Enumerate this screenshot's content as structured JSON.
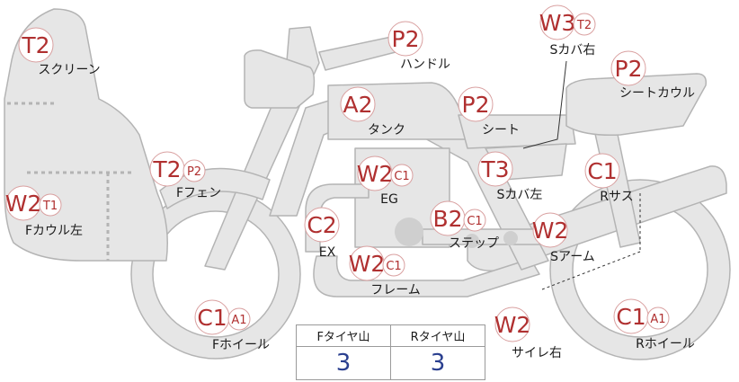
{
  "parts": [
    {
      "id": "screen",
      "name": "スクリーン",
      "grade": "T2",
      "sub": ""
    },
    {
      "id": "handle",
      "name": "ハンドル",
      "grade": "P2",
      "sub": ""
    },
    {
      "id": "side-cover-r",
      "name": "Sカバ右",
      "grade": "W3",
      "sub": "T2"
    },
    {
      "id": "seat-cowl",
      "name": "シートカウル",
      "grade": "P2",
      "sub": ""
    },
    {
      "id": "tank",
      "name": "タンク",
      "grade": "A2",
      "sub": ""
    },
    {
      "id": "seat",
      "name": "シート",
      "grade": "P2",
      "sub": ""
    },
    {
      "id": "front-fender",
      "name": "Fフェン",
      "grade": "T2",
      "sub": "P2"
    },
    {
      "id": "engine",
      "name": "EG",
      "grade": "W2",
      "sub": "C1"
    },
    {
      "id": "side-cover-l",
      "name": "Sカバ左",
      "grade": "T3",
      "sub": ""
    },
    {
      "id": "rear-sus",
      "name": "Rサス",
      "grade": "C1",
      "sub": ""
    },
    {
      "id": "front-cowl-l",
      "name": "Fカウル左",
      "grade": "W2",
      "sub": "T1"
    },
    {
      "id": "exhaust",
      "name": "EX",
      "grade": "C2",
      "sub": ""
    },
    {
      "id": "step",
      "name": "ステップ",
      "grade": "B2",
      "sub": "C1"
    },
    {
      "id": "swingarm",
      "name": "Sアーム",
      "grade": "W2",
      "sub": ""
    },
    {
      "id": "frame",
      "name": "フレーム",
      "grade": "W2",
      "sub": "C1"
    },
    {
      "id": "muffler-r",
      "name": "サイレ右",
      "grade": "W2",
      "sub": ""
    },
    {
      "id": "front-wheel",
      "name": "Fホイール",
      "grade": "C1",
      "sub": "A1"
    },
    {
      "id": "rear-wheel",
      "name": "Rホイール",
      "grade": "C1",
      "sub": "A1"
    }
  ],
  "tire_tread": {
    "front_label": "Fタイヤ山",
    "rear_label": "Rタイヤ山",
    "front_value": "3",
    "rear_value": "3"
  },
  "colors": {
    "bike_fill": "#e6e6e6",
    "bike_stroke": "#b4b4b4",
    "badge_text": "#b03030",
    "badge_stroke": "#d9a0a0",
    "tire_value": "#2a3f8f"
  }
}
